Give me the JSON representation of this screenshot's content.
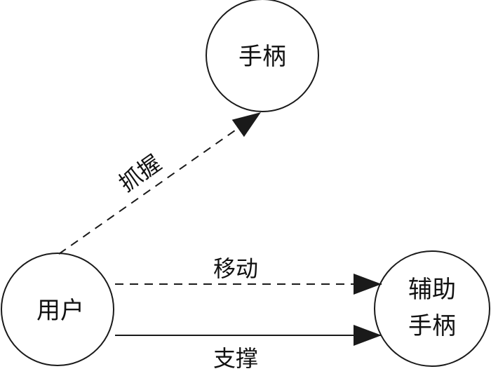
{
  "nodes": {
    "handle": {
      "label": "手柄"
    },
    "user": {
      "label": "用户"
    },
    "aux_handle": {
      "line1": "辅助",
      "line2": "手柄"
    }
  },
  "edges": {
    "grasp": {
      "label": "抓握",
      "style": "dashed"
    },
    "move": {
      "label": "移动",
      "style": "dashed"
    },
    "support": {
      "label": "支撑",
      "style": "solid"
    }
  },
  "colors": {
    "stroke": "#1a1a1a",
    "background": "#ffffff"
  }
}
